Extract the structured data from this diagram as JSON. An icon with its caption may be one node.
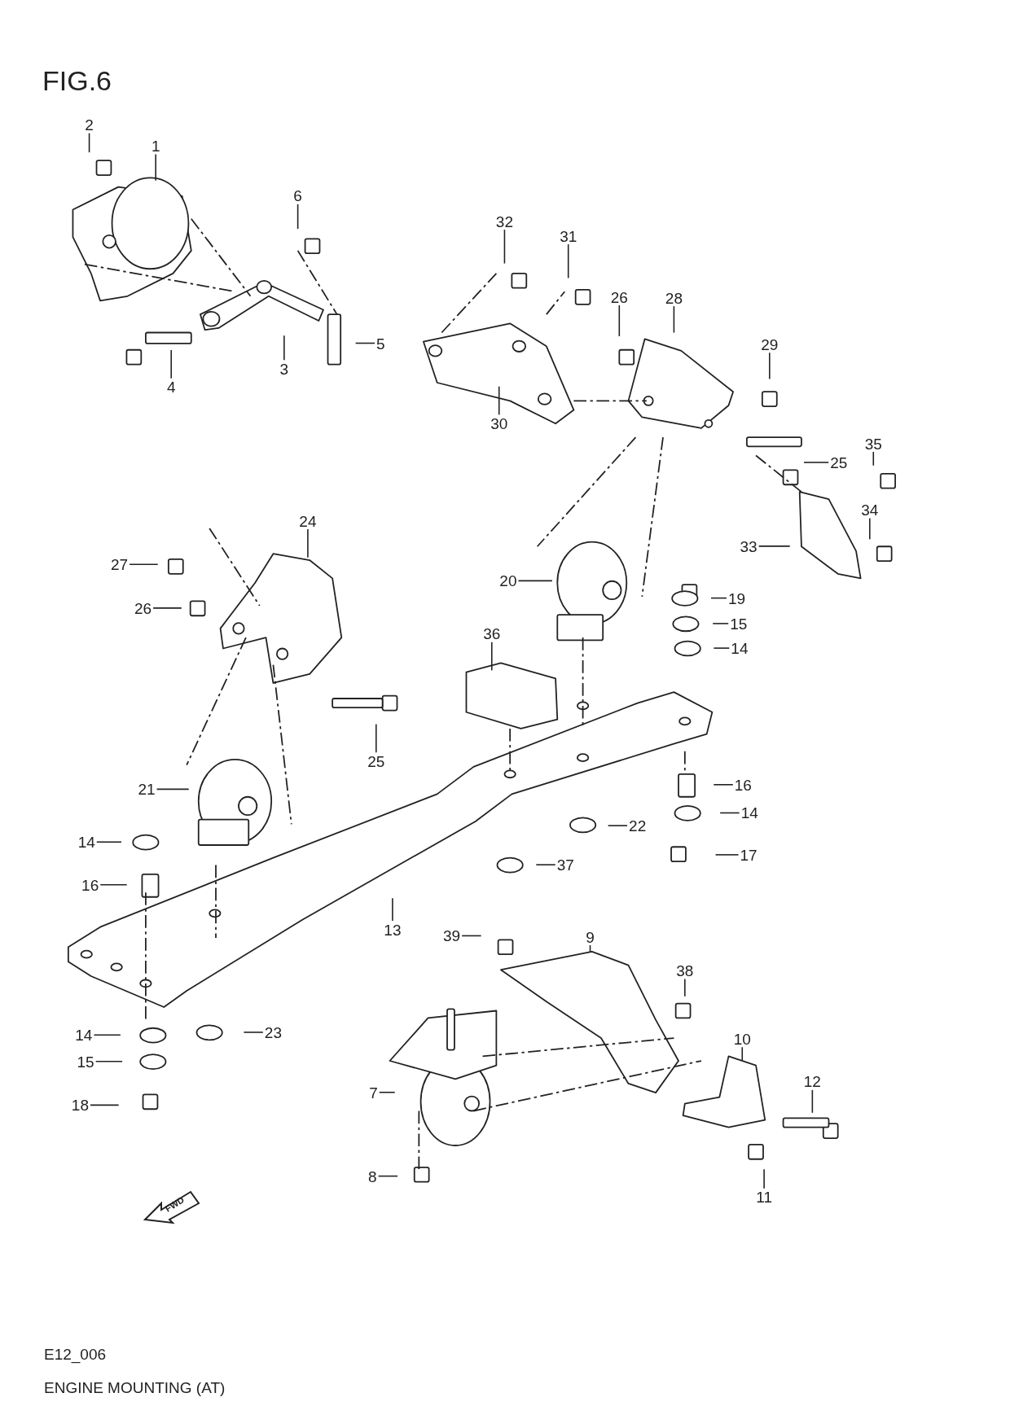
{
  "diagram": {
    "title": "FIG.6",
    "caption": "ENGINE MOUNTING (AT)",
    "nodes": [
      {
        "text": [
          "2"
        ]
      },
      {
        "text": [
          "1"
        ]
      },
      {
        "text": [
          "6"
        ]
      },
      {
        "text": [
          "32"
        ]
      },
      {
        "text": [
          "31"
        ]
      },
      {
        "text": [
          "26"
        ]
      },
      {
        "text": [
          "28"
        ]
      },
      {
        "text": [
          "5"
        ]
      },
      {
        "text": [
          "29"
        ]
      },
      {
        "text": [
          "3"
        ]
      },
      {
        "text": [
          "4"
        ]
      },
      {
        "text": [
          "30"
        ]
      },
      {
        "text": [
          "35"
        ]
      },
      {
        "text": [
          "25"
        ]
      },
      {
        "text": [
          "34"
        ]
      },
      {
        "text": [
          "24"
        ]
      },
      {
        "text": [
          "33"
        ]
      },
      {
        "text": [
          "27"
        ]
      },
      {
        "text": [
          "20"
        ]
      },
      {
        "text": [
          "19"
        ]
      },
      {
        "text": [
          "26"
        ]
      },
      {
        "text": [
          "15"
        ]
      },
      {
        "text": [
          "36"
        ]
      },
      {
        "text": [
          "14"
        ]
      },
      {
        "text": [
          "25"
        ]
      },
      {
        "text": [
          "16"
        ]
      },
      {
        "text": [
          "21"
        ]
      },
      {
        "text": [
          "14"
        ]
      },
      {
        "text": [
          "22"
        ]
      },
      {
        "text": [
          "14"
        ]
      },
      {
        "text": [
          "17"
        ]
      },
      {
        "text": [
          "37"
        ]
      },
      {
        "text": [
          "16"
        ]
      },
      {
        "text": [
          "13"
        ]
      },
      {
        "text": [
          "39"
        ]
      },
      {
        "text": [
          "9"
        ]
      },
      {
        "text": [
          "38"
        ]
      },
      {
        "text": [
          "23"
        ]
      },
      {
        "text": [
          "14"
        ]
      },
      {
        "text": [
          "10"
        ]
      },
      {
        "text": [
          "15"
        ]
      },
      {
        "text": [
          "12"
        ]
      },
      {
        "text": [
          "7"
        ]
      },
      {
        "text": [
          "18"
        ]
      },
      {
        "text": [
          "8"
        ]
      },
      {
        "text": [
          "11"
        ]
      }
    ],
    "edges": [
      {
        "from": 0,
        "to": null,
        "arrow": "none"
      },
      {
        "from": 1,
        "to": null,
        "arrow": "none"
      },
      {
        "from": 2,
        "to": null,
        "arrow": "none"
      },
      {
        "from": 3,
        "to": null,
        "arrow": "none"
      },
      {
        "from": 4,
        "to": null,
        "arrow": "none"
      },
      {
        "from": 5,
        "to": null,
        "arrow": "none"
      },
      {
        "from": 6,
        "to": null,
        "arrow": "none"
      },
      {
        "from": 7,
        "to": null,
        "arrow": "none"
      },
      {
        "from": 8,
        "to": null,
        "arrow": "none"
      },
      {
        "from": 9,
        "to": null,
        "arrow": "none"
      },
      {
        "from": 10,
        "to": null,
        "arrow": "none"
      },
      {
        "from": 11,
        "to": null,
        "arrow": "none"
      },
      {
        "from": 12,
        "to": null,
        "arrow": "none"
      },
      {
        "from": 13,
        "to": null,
        "arrow": "none"
      },
      {
        "from": 14,
        "to": null,
        "arrow": "none"
      },
      {
        "from": 15,
        "to": null,
        "arrow": "none"
      },
      {
        "from": 16,
        "to": null,
        "arrow": "none"
      },
      {
        "from": 17,
        "to": null,
        "arrow": "none"
      },
      {
        "from": 18,
        "to": null,
        "arrow": "none"
      },
      {
        "from": 19,
        "to": null,
        "arrow": "none"
      },
      {
        "from": 20,
        "to": null,
        "arrow": "none"
      },
      {
        "from": 21,
        "to": null,
        "arrow": "none"
      },
      {
        "from": 22,
        "to": null,
        "arrow": "none"
      },
      {
        "from": 23,
        "to": null,
        "arrow": "none"
      },
      {
        "from": 24,
        "to": null,
        "arrow": "none"
      },
      {
        "from": 25,
        "to": null,
        "arrow": "none"
      },
      {
        "from": 26,
        "to": null,
        "arrow": "none"
      },
      {
        "from": 27,
        "to": null,
        "arrow": "none"
      },
      {
        "from": 28,
        "to": null,
        "arrow": "none"
      },
      {
        "from": 29,
        "to": null,
        "arrow": "none"
      },
      {
        "from": 30,
        "to": null,
        "arrow": "none"
      },
      {
        "from": 31,
        "to": null,
        "arrow": "none"
      },
      {
        "from": 32,
        "to": null,
        "arrow": "none"
      },
      {
        "from": 33,
        "to": null,
        "arrow": "none"
      },
      {
        "from": 34,
        "to": null,
        "arrow": "none"
      },
      {
        "from": 35,
        "to": null,
        "arrow": "none"
      },
      {
        "from": 36,
        "to": null,
        "arrow": "none"
      },
      {
        "from": 37,
        "to": null,
        "arrow": "none"
      },
      {
        "from": 38,
        "to": null,
        "arrow": "none"
      },
      {
        "from": 39,
        "to": null,
        "arrow": "none"
      },
      {
        "from": 40,
        "to": null,
        "arrow": "none"
      },
      {
        "from": 41,
        "to": null,
        "arrow": "none"
      },
      {
        "from": 42,
        "to": null,
        "arrow": "none"
      },
      {
        "from": 43,
        "to": null,
        "arrow": "none"
      },
      {
        "from": 44,
        "to": null,
        "arrow": "none"
      },
      {
        "from": 45,
        "to": null,
        "arrow": "none"
      }
    ],
    "labels": [
      "FWD",
      "E12_006"
    ]
  }
}
